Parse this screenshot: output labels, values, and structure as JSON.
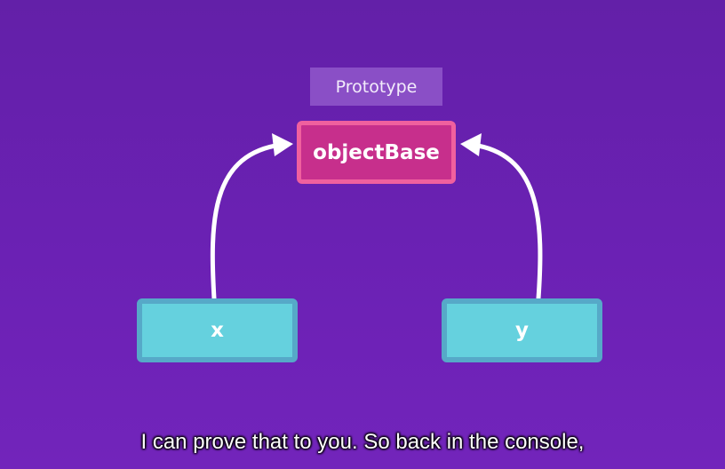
{
  "diagram": {
    "label": "Prototype",
    "base_node": "objectBase",
    "child_nodes": [
      "x",
      "y"
    ],
    "colors": {
      "background": "#6b21b4",
      "label_fill": "#8a4fc6",
      "base_fill": "#c72f8c",
      "base_border": "#f0609e",
      "child_fill": "#65d1de",
      "child_border": "#56a9c8",
      "arrow": "#ffffff"
    }
  },
  "caption": {
    "text": "I can prove that to you. So back in the console,"
  }
}
